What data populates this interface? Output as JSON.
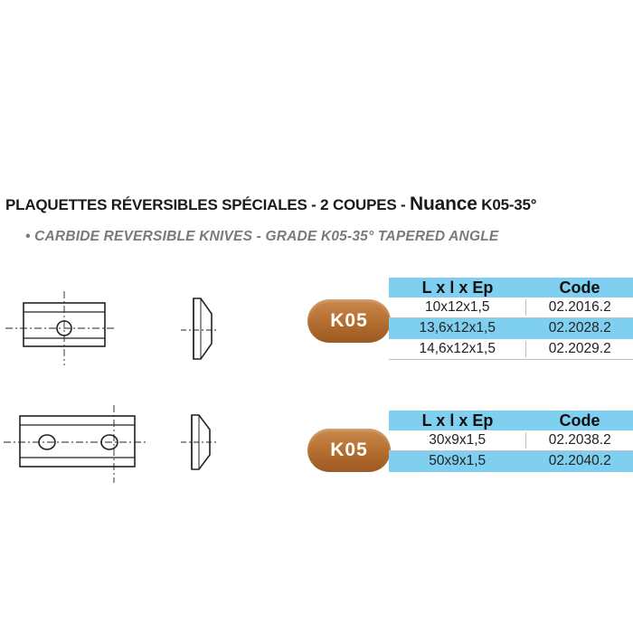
{
  "heading": {
    "title_part1": "PLAQUETTES RÉVERSIBLES SPÉCIALES - 2 COUPES - ",
    "title_part2": "Nuance",
    "title_part3": " K05-35°",
    "subtitle": "• CARBIDE REVERSIBLE KNIVES - GRADE K05-35° TAPERED ANGLE"
  },
  "colors": {
    "table_header": "#7fd0f0",
    "badge": "#b36d2e"
  },
  "group1": {
    "badge": "K05",
    "headers": [
      "L x l x Ep",
      "Code"
    ],
    "rows": [
      {
        "size": "10x12x1,5",
        "code": "02.2016.2"
      },
      {
        "size": "13,6x12x1,5",
        "code": "02.2028.2"
      },
      {
        "size": "14,6x12x1,5",
        "code": "02.2029.2"
      }
    ]
  },
  "group2": {
    "badge": "K05",
    "headers": [
      "L x l x Ep",
      "Code"
    ],
    "rows": [
      {
        "size": "30x9x1,5",
        "code": "02.2038.2"
      },
      {
        "size": "50x9x1,5",
        "code": "02.2040.2"
      }
    ]
  }
}
